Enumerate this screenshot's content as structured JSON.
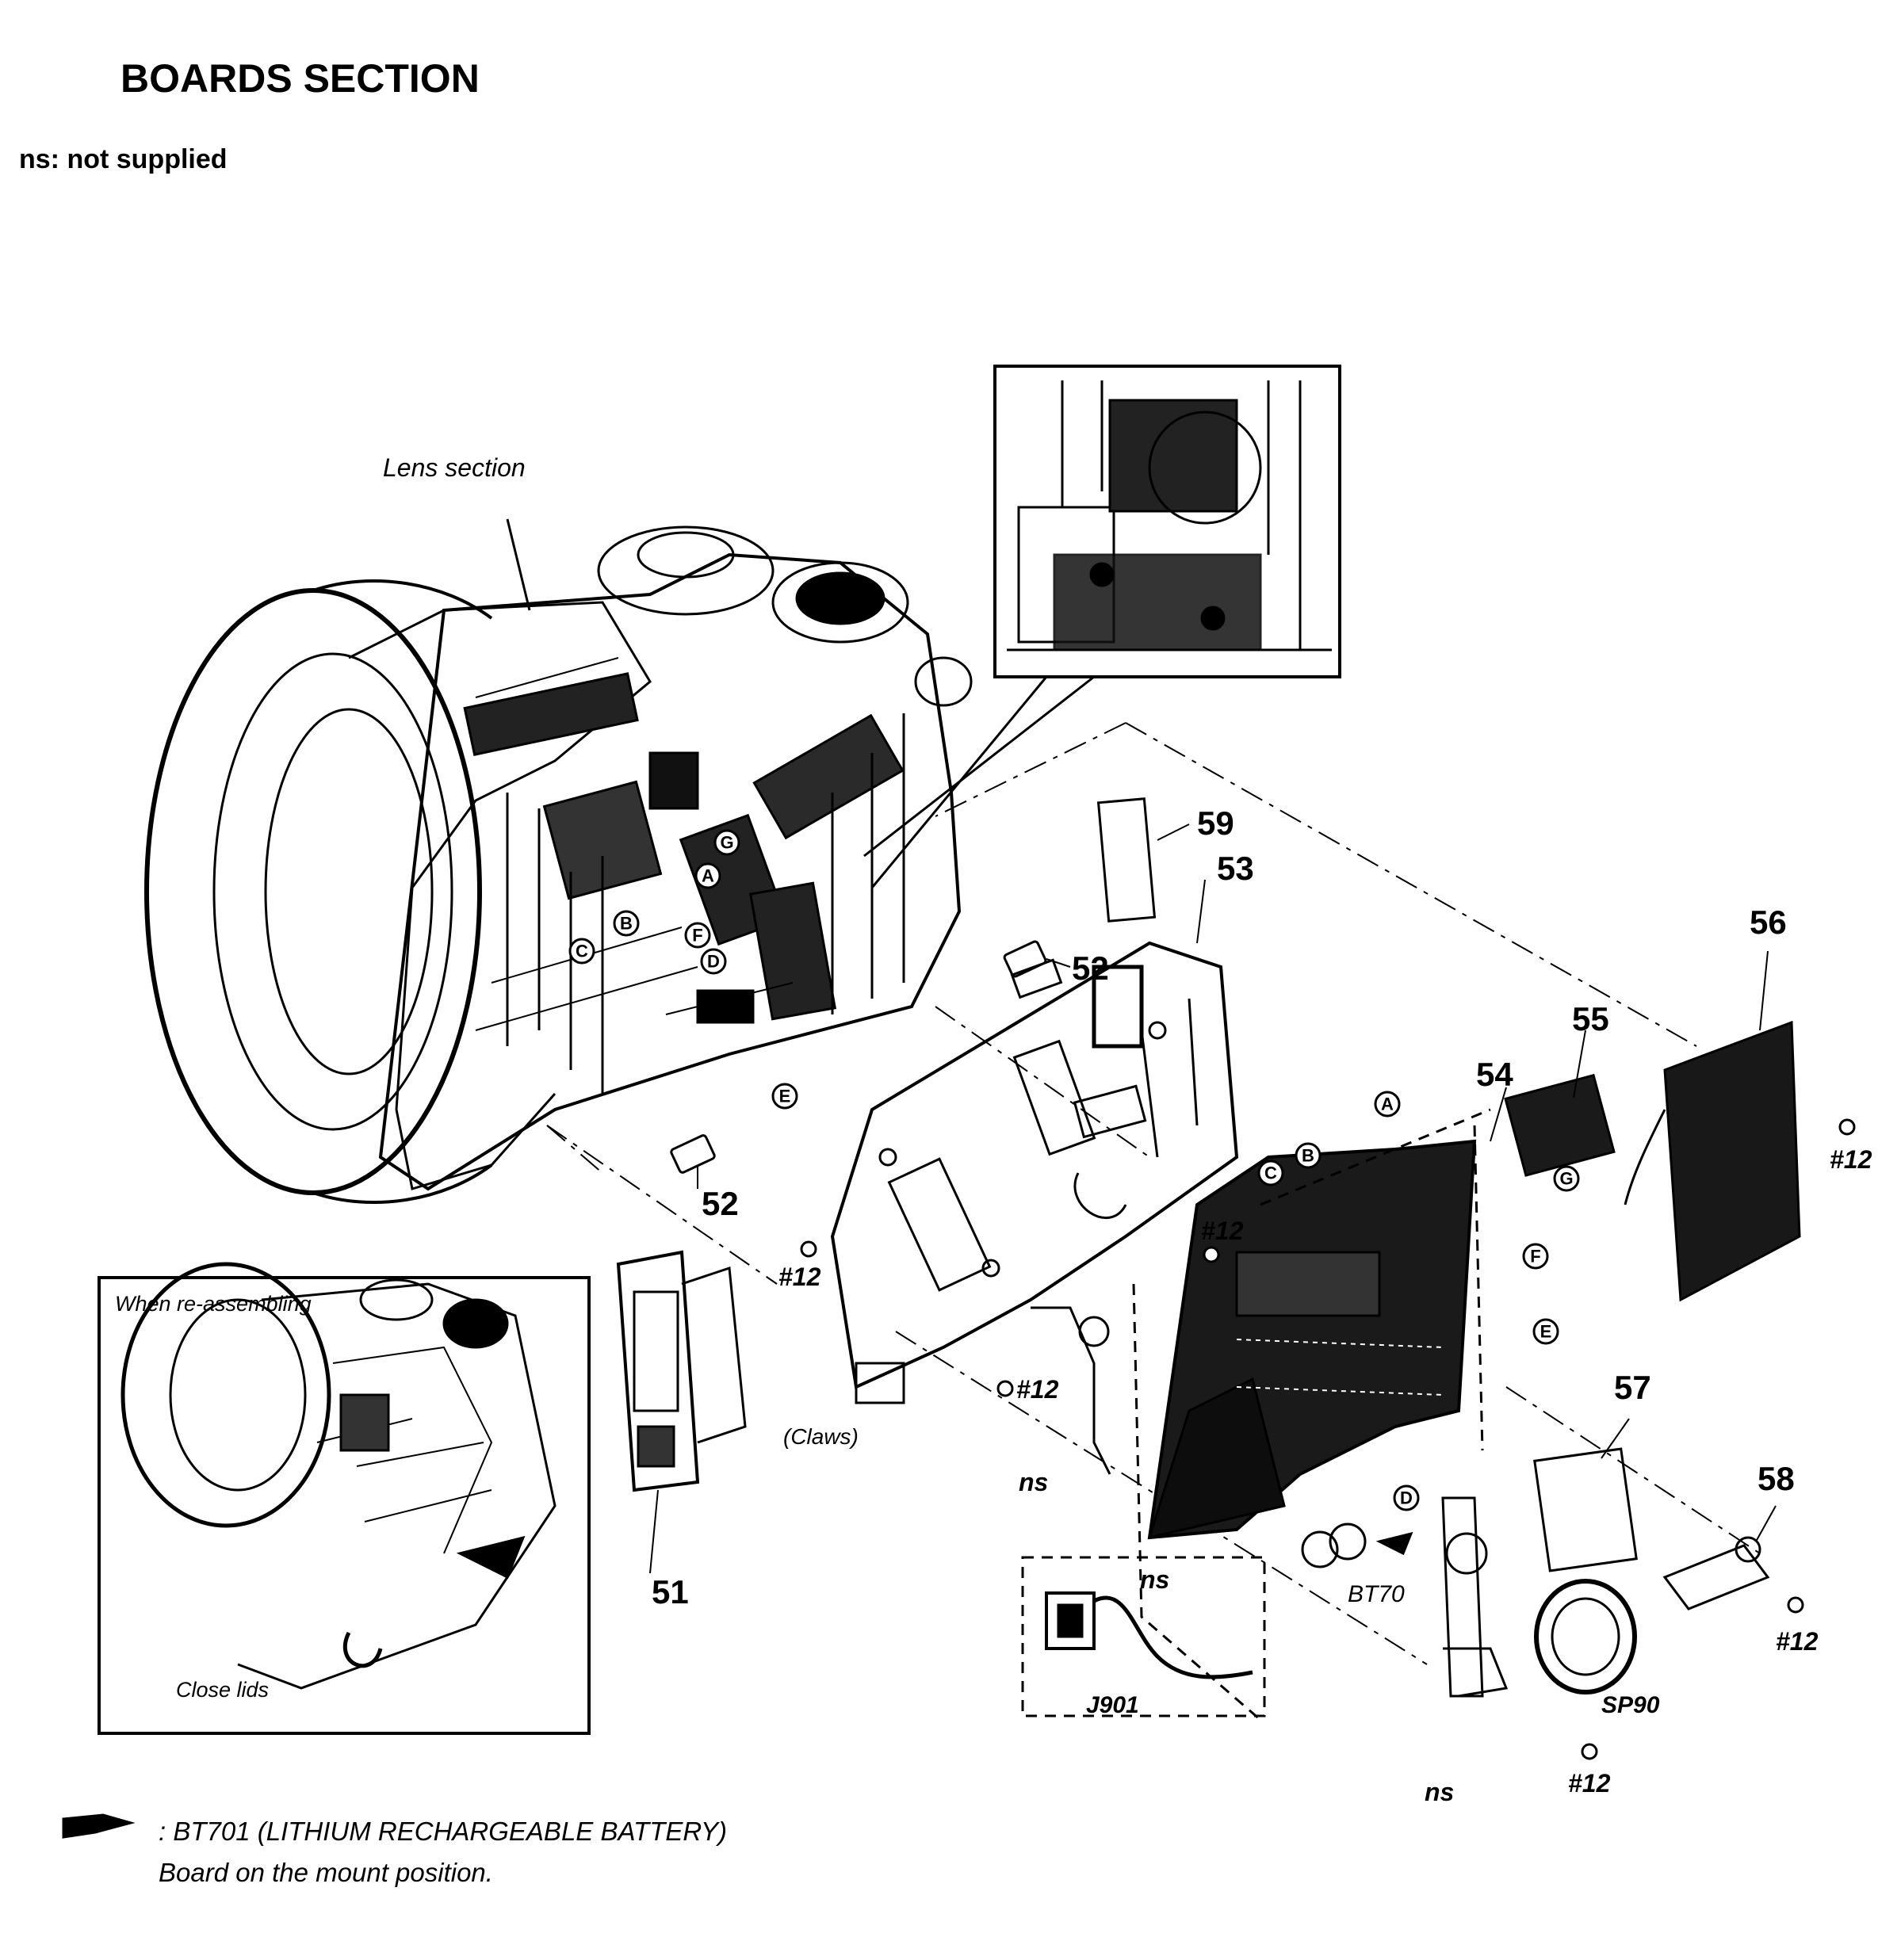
{
  "header": {
    "title": "BOARDS SECTION",
    "legend": "ns: not supplied"
  },
  "labels": {
    "lens_section": "Lens section",
    "when_reassembling": "When re-assembling",
    "close_lids": "Close lids",
    "claws": "(Claws)",
    "bt70": "BT70",
    "j901": "J901",
    "sp90": "SP90"
  },
  "callouts": {
    "p51": "51",
    "p52a": "52",
    "p52b": "52",
    "p53": "53",
    "p54": "54",
    "p55": "55",
    "p56": "56",
    "p57": "57",
    "p58": "58",
    "p59": "59"
  },
  "screws": {
    "s1": "#12",
    "s2": "#12",
    "s3": "#12",
    "s4": "#12",
    "s5": "#12",
    "s6": "#12"
  },
  "ns_labels": {
    "n1": "ns",
    "n2": "ns",
    "n3": "ns"
  },
  "connectors": {
    "a1": "A",
    "b1": "B",
    "c1": "C",
    "d1": "D",
    "e1": "E",
    "f1": "F",
    "g1": "G",
    "a2": "A",
    "b2": "B",
    "c2": "C",
    "d2": "D",
    "e2": "E",
    "f2": "F",
    "g2": "G"
  },
  "footnote": {
    "icon": "pointing-hand-icon",
    "line1": ": BT701 (LITHIUM RECHARGEABLE BATTERY)",
    "line2": "Board on the mount position."
  }
}
